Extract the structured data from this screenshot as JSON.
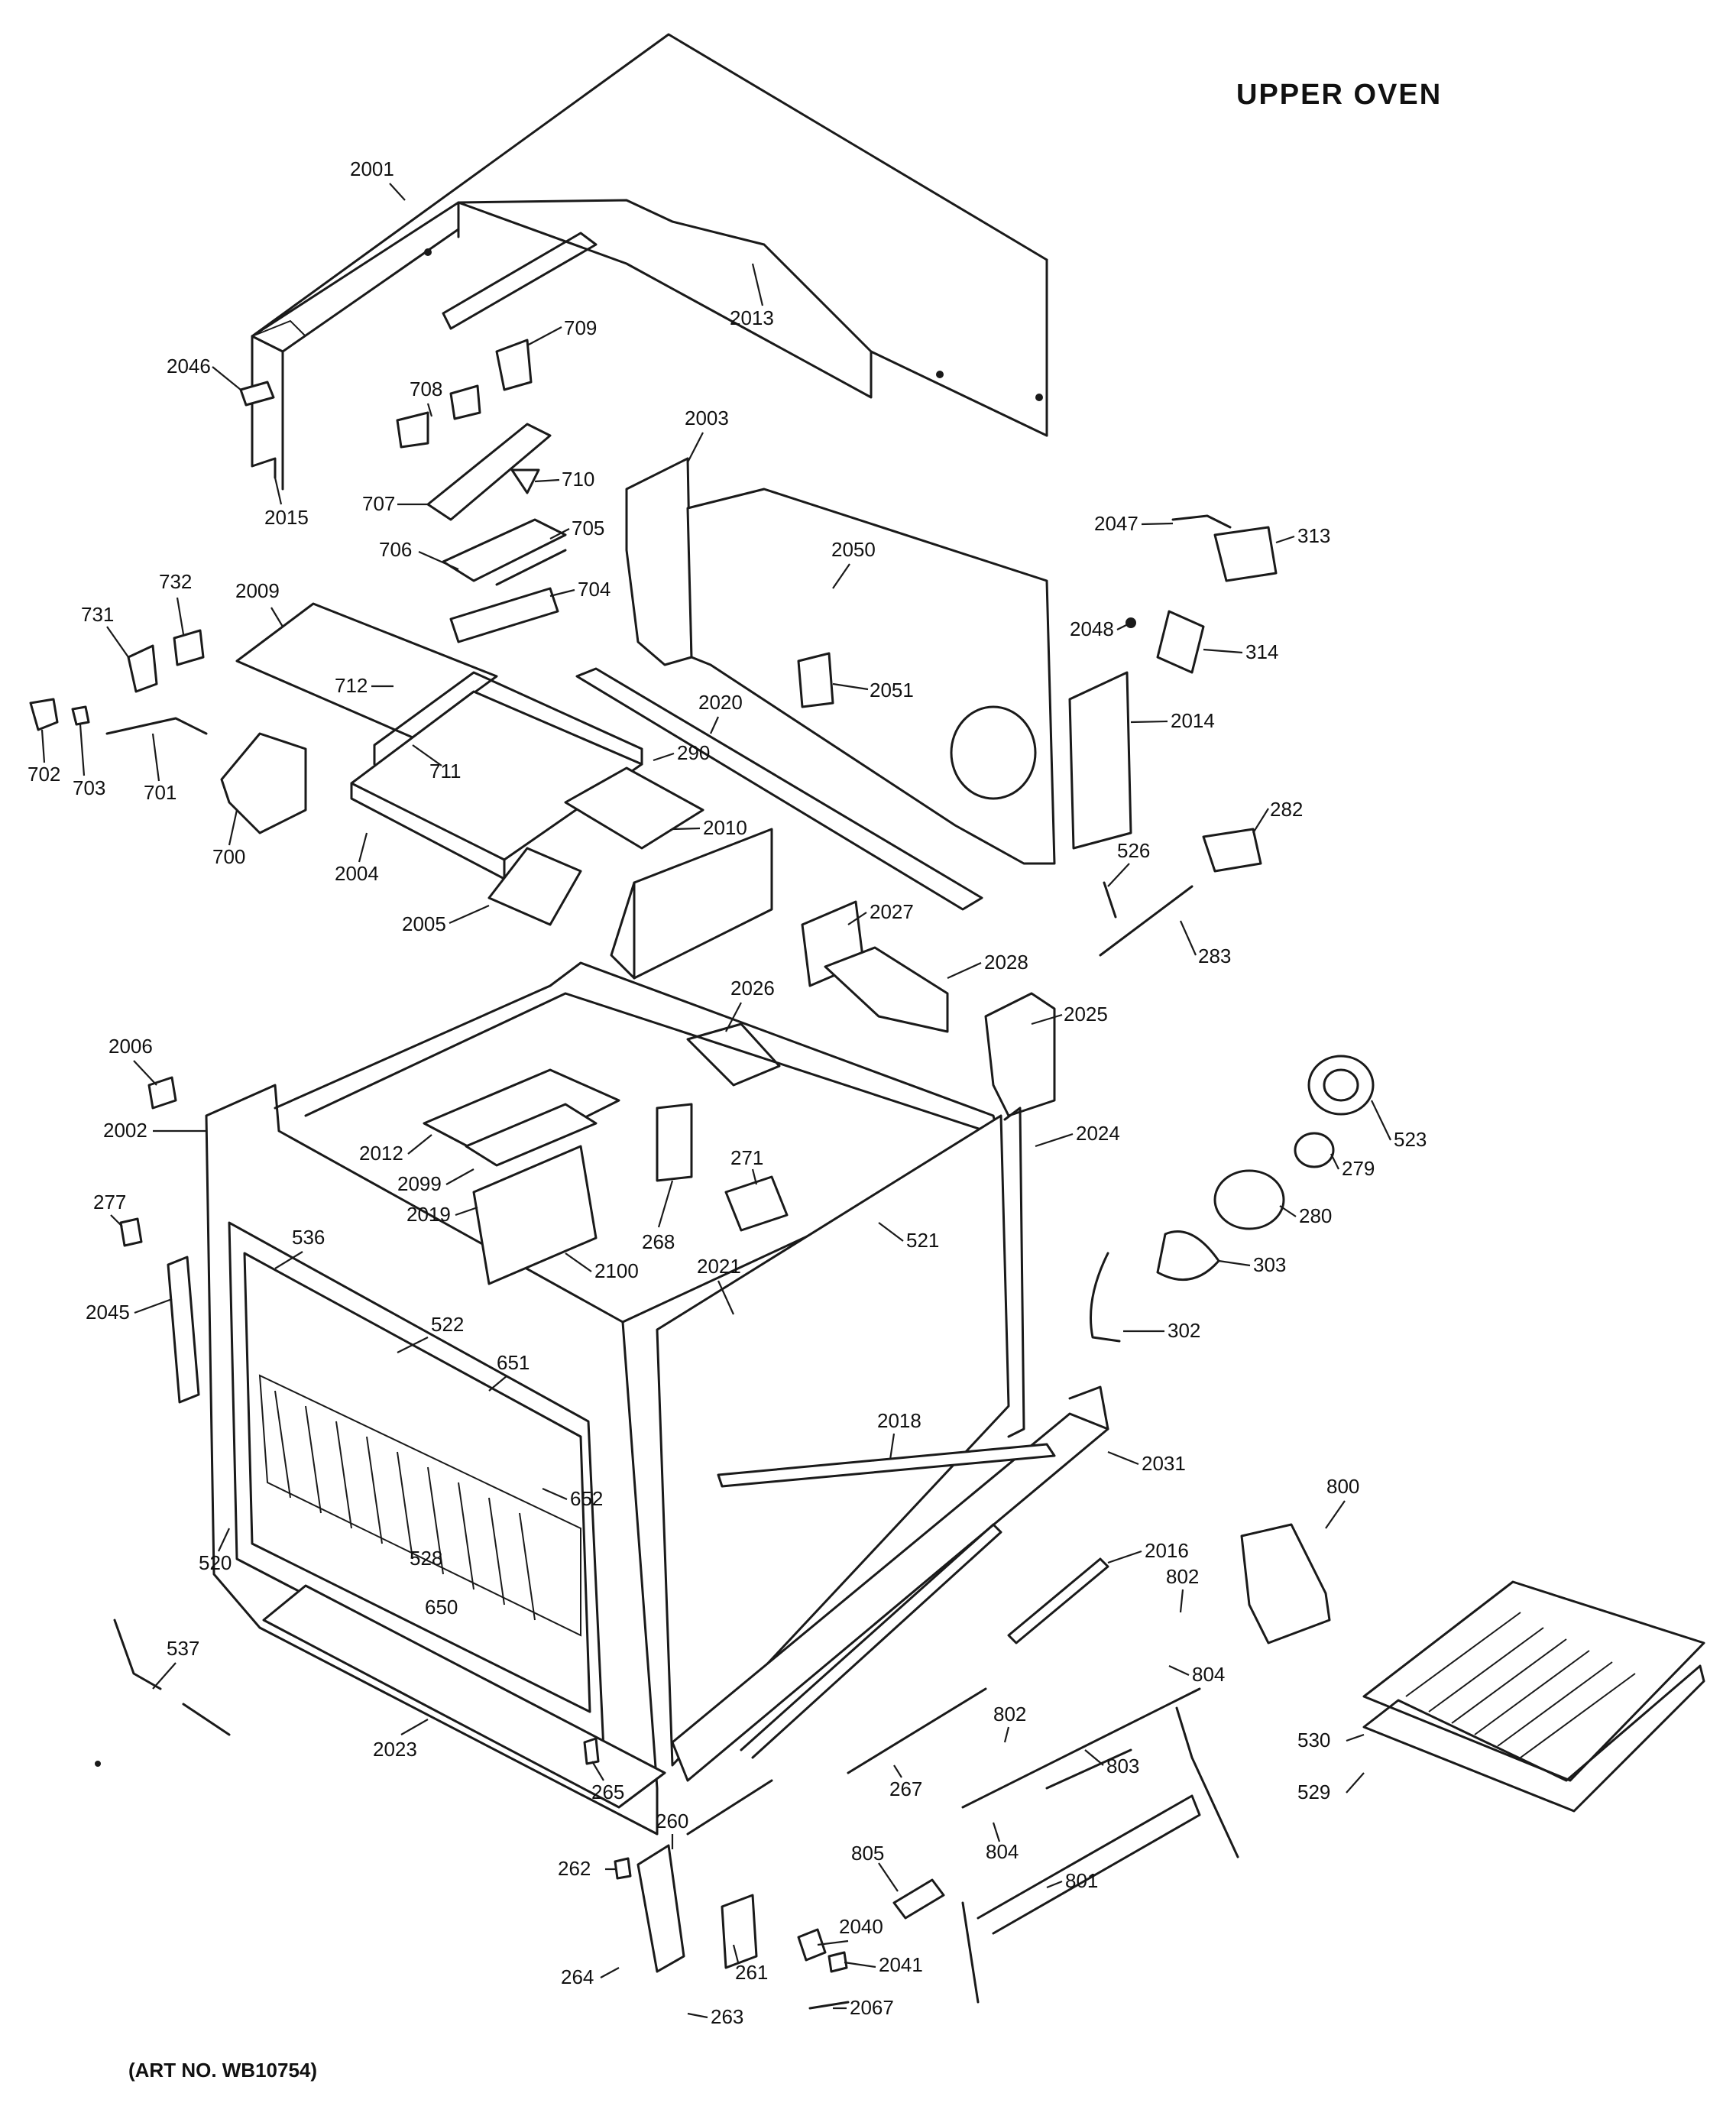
{
  "title": "UPPER OVEN",
  "art_number": "(ART NO. WB10754)",
  "callouts": [
    "2001",
    "2013",
    "2046",
    "2015",
    "709",
    "708",
    "710",
    "707",
    "706",
    "705",
    "704",
    "712",
    "711",
    "2009",
    "731",
    "732",
    "702",
    "703",
    "701",
    "700",
    "2004",
    "2005",
    "2003",
    "2050",
    "2051",
    "2020",
    "290",
    "2010",
    "2047",
    "313",
    "2048",
    "314",
    "2014",
    "282",
    "526",
    "283",
    "2027",
    "2028",
    "2026",
    "2025",
    "2024",
    "2006",
    "2002",
    "2012",
    "2099",
    "2019",
    "2100",
    "268",
    "271",
    "521",
    "2021",
    "277",
    "536",
    "2045",
    "522",
    "651",
    "652",
    "520",
    "528",
    "650",
    "523",
    "279",
    "280",
    "303",
    "302",
    "2018",
    "2031",
    "800",
    "2016",
    "802",
    "804",
    "530",
    "529",
    "537",
    "2023",
    "265",
    "267",
    "803",
    "805",
    "801",
    "260",
    "262",
    "264",
    "263",
    "261",
    "2040",
    "2041",
    "2067"
  ]
}
